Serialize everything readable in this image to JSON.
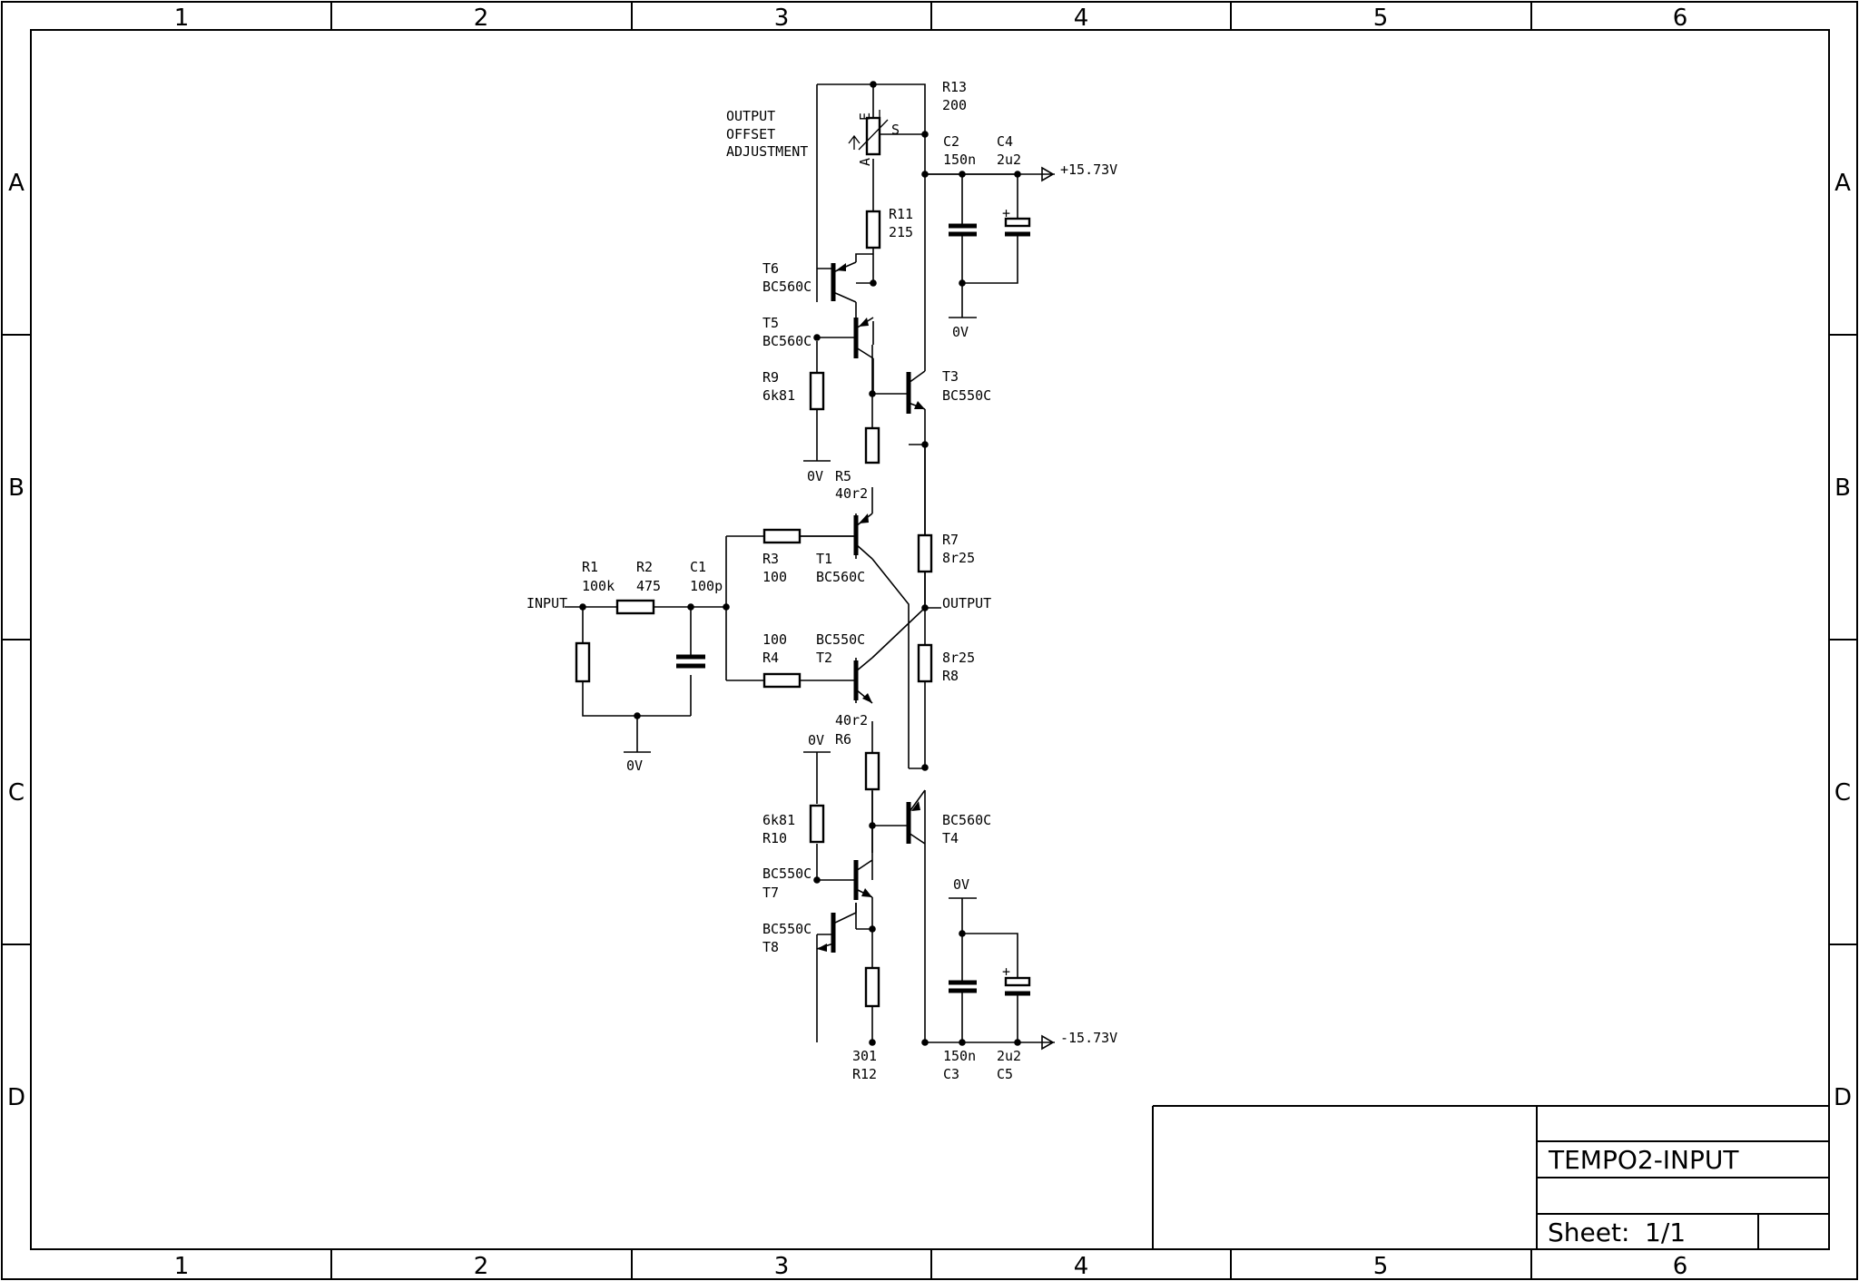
{
  "frame": {
    "columns": [
      "1",
      "2",
      "3",
      "4",
      "5",
      "6"
    ],
    "rows": [
      "A",
      "B",
      "C",
      "D"
    ]
  },
  "title_block": {
    "title": "TEMPO2-INPUT",
    "sheet_label": "Sheet:",
    "sheet_value": "1/1"
  },
  "notes": {
    "offset_line1": "OUTPUT",
    "offset_line2": "OFFSET",
    "offset_line3": "ADJUSTMENT",
    "pot_a": "A",
    "pot_e": "E",
    "pot_s": "S"
  },
  "nets": {
    "input": "INPUT",
    "output": "OUTPUT",
    "vpos": "+15.73V",
    "vneg": "-15.73V",
    "ground": "0V"
  },
  "components": {
    "R1": {
      "ref": "R1",
      "value": "100k"
    },
    "R2": {
      "ref": "R2",
      "value": "475"
    },
    "C1": {
      "ref": "C1",
      "value": "100p"
    },
    "R3": {
      "ref": "R3",
      "value": "100"
    },
    "R4": {
      "ref": "R4",
      "value": "100"
    },
    "R5": {
      "ref": "R5",
      "value": "40r2"
    },
    "R6": {
      "ref": "R6",
      "value": "40r2"
    },
    "R7": {
      "ref": "R7",
      "value": "8r25"
    },
    "R8": {
      "ref": "R8",
      "value": "8r25"
    },
    "R9": {
      "ref": "R9",
      "value": "6k81"
    },
    "R10": {
      "ref": "R10",
      "value": "6k81"
    },
    "R11": {
      "ref": "R11",
      "value": "215"
    },
    "R12": {
      "ref": "R12",
      "value": "301"
    },
    "R13": {
      "ref": "R13",
      "value": "200"
    },
    "C2": {
      "ref": "C2",
      "value": "150n"
    },
    "C3": {
      "ref": "C3",
      "value": "150n"
    },
    "C4": {
      "ref": "C4",
      "value": "2u2"
    },
    "C5": {
      "ref": "C5",
      "value": "2u2"
    },
    "T1": {
      "ref": "T1",
      "value": "BC560C"
    },
    "T2": {
      "ref": "T2",
      "value": "BC550C"
    },
    "T3": {
      "ref": "T3",
      "value": "BC550C"
    },
    "T4": {
      "ref": "T4",
      "value": "BC560C"
    },
    "T5": {
      "ref": "T5",
      "value": "BC560C"
    },
    "T6": {
      "ref": "T6",
      "value": "BC560C"
    },
    "T7": {
      "ref": "T7",
      "value": "BC550C"
    },
    "T8": {
      "ref": "T8",
      "value": "BC550C"
    }
  }
}
